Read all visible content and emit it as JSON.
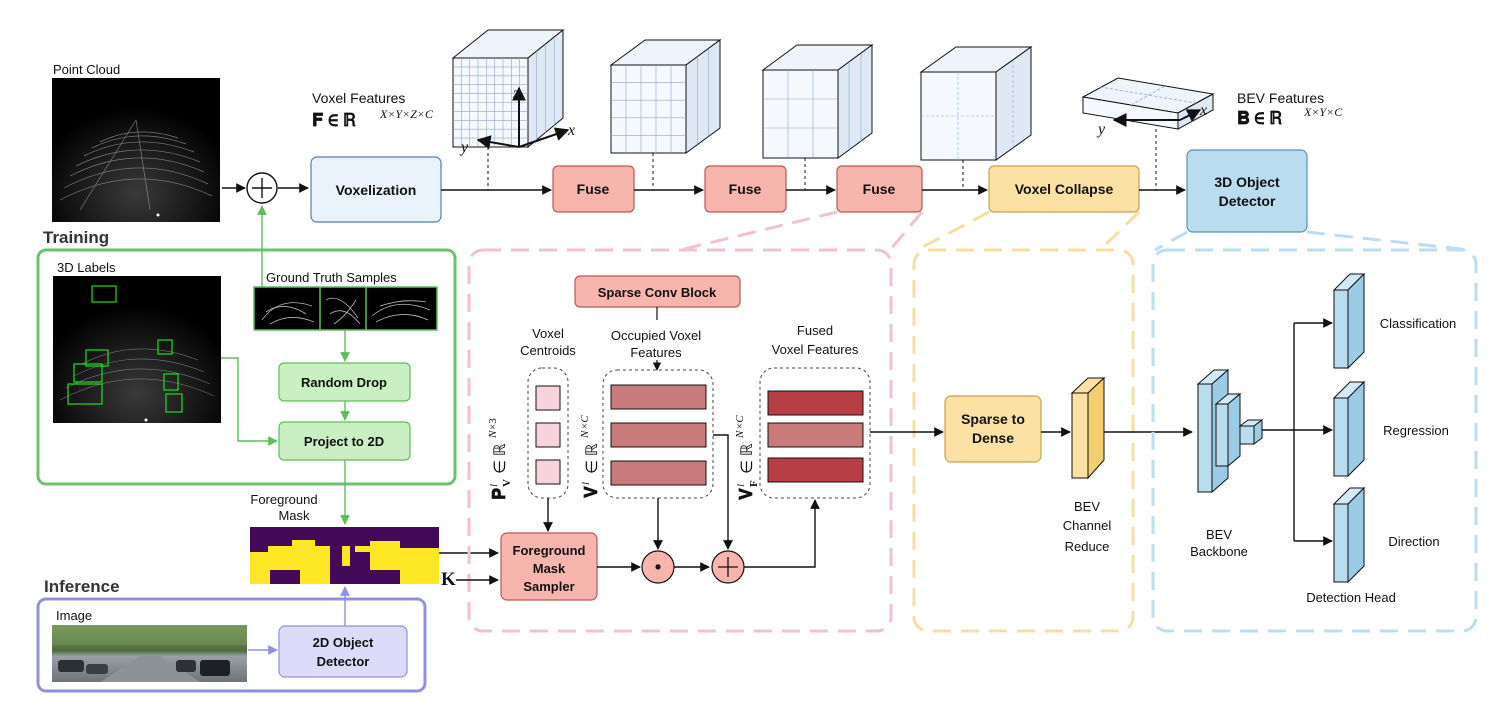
{
  "colors": {
    "voxelization_fill": "#eaf3fb",
    "fuse_fill": "#f7b5ad",
    "fuse_stroke": "#b85b55",
    "collapse_fill": "#fbe1a3",
    "collapse_stroke": "#c9a050",
    "detector_fill": "#b9dcef",
    "detector_stroke": "#5a90b0",
    "training_border": "#6cc36c",
    "training_box_fill": "#c9efc2",
    "inference_border": "#8f8fe6",
    "inference_box_fill": "#dcdcfa",
    "pink_dash": "#f2c1cf",
    "yellow_dash": "#f5dfa0",
    "blue_dash": "#bcdcf0",
    "mask_purple": "#440a5a",
    "mask_yellow": "#fde725"
  },
  "top": {
    "point_cloud_label": "Point Cloud",
    "voxel_features_label": "Voxel Features",
    "voxel_features_math": "𝐅 ∈ ℝ",
    "voxel_features_sup": "X×Y×Z×C",
    "bev_features_label": "BEV Features",
    "bev_features_math": "𝐁 ∈ ℝ",
    "bev_features_sup": "X×Y×C",
    "axis_z": "z",
    "axis_x": "x",
    "axis_y": "y",
    "voxelization": "Voxelization",
    "fuse": "Fuse",
    "voxel_collapse": "Voxel Collapse",
    "detector_line1": "3D Object",
    "detector_line2": "Detector"
  },
  "training": {
    "title": "Training",
    "labels_3d": "3D Labels",
    "gt_samples": "Ground Truth Samples",
    "random_drop": "Random Drop",
    "project_2d": "Project to 2D"
  },
  "inference": {
    "title": "Inference",
    "image": "Image",
    "detector_line1": "2D Object",
    "detector_line2": "Detector"
  },
  "mask": {
    "label_line1": "Foreground",
    "label_line2": "Mask"
  },
  "fusion": {
    "sparse_conv_block": "Sparse Conv Block",
    "voxel_centroids_line1": "Voxel",
    "voxel_centroids_line2": "Centroids",
    "occupied_line1": "Occupied Voxel",
    "occupied_line2": "Features",
    "fused_line1": "Fused",
    "fused_line2": "Voxel Features",
    "sampler_line1": "Foreground",
    "sampler_line2": "Mask",
    "sampler_line3": "Sampler",
    "k_label": "K",
    "pv_math": "𝐏",
    "pv_sub": "V",
    "pv_rest": "∈ ℝ",
    "pv_sup": "N",
    "pv_sup2": "×3",
    "vl_math": "𝐕",
    "vl_rest": "∈ ℝ",
    "vl_sup": "N",
    "vl_sup2": "×C",
    "vf_math": "𝐕",
    "vf_sub": "F",
    "vf_rest": "∈ ℝ",
    "l_sup": "l",
    "dot_op": "•",
    "plus_op": "+"
  },
  "collapse_detail": {
    "sparse_to_dense_line1": "Sparse to",
    "sparse_to_dense_line2": "Dense",
    "bev_reduce_line1": "BEV",
    "bev_reduce_line2": "Channel",
    "bev_reduce_line3": "Reduce"
  },
  "detector_detail": {
    "backbone_line1": "BEV",
    "backbone_line2": "Backbone",
    "classification": "Classification",
    "regression": "Regression",
    "direction": "Direction",
    "detection_head": "Detection Head"
  },
  "icons": {
    "plus_circle": "plus-circle-icon",
    "dot_circle": "dot-product-icon"
  }
}
